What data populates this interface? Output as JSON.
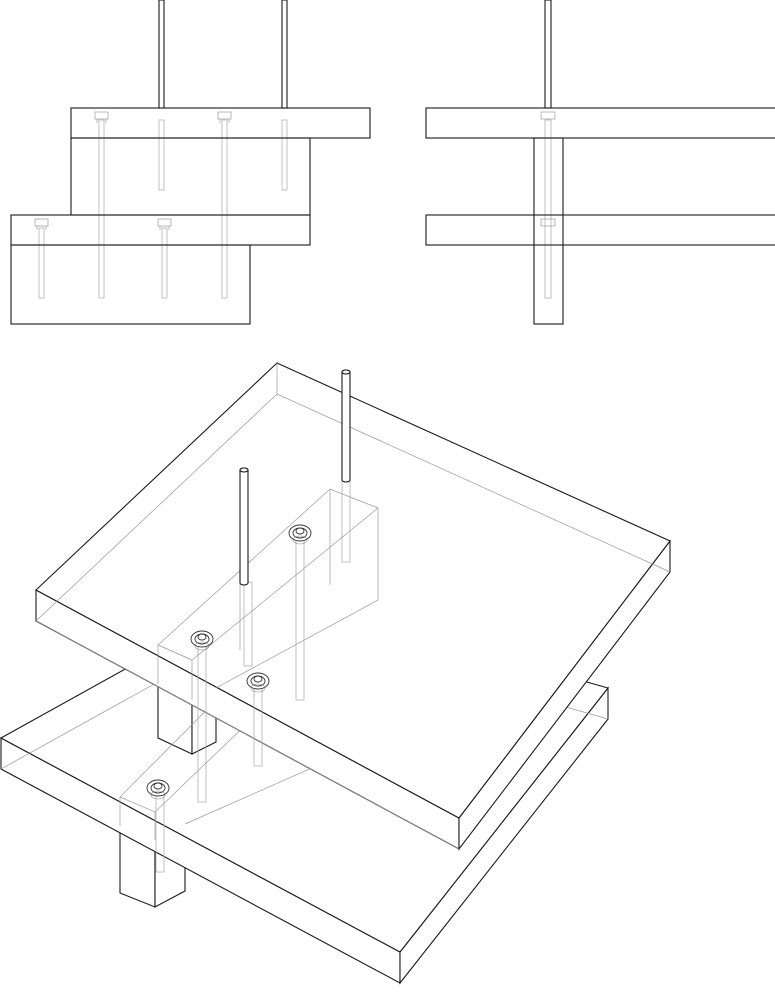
{
  "drawing": {
    "views": [
      {
        "id": "front-elevation",
        "kind": "elevation",
        "shelf_count": 2,
        "block_count": 2,
        "rod_count": 6
      },
      {
        "id": "side-elevation",
        "kind": "elevation",
        "shelf_count": 2,
        "column_count": 1,
        "rod_count": 1
      },
      {
        "id": "isometric-view",
        "kind": "isometric",
        "shelf_count": 2,
        "block_count": 2,
        "rod_count": 4
      }
    ],
    "line_colors": {
      "visible": "#1a1a1a",
      "hidden": "#9a9a9a",
      "background": "#ffffff"
    }
  }
}
